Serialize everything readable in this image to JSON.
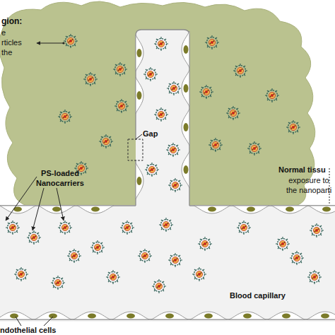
{
  "diagram": {
    "nodes": [
      {
        "text": [
          "gion:",
          "e rticles the"
        ]
      },
      {
        "text": [
          "Blood capillary"
        ]
      }
    ],
    "labels": [
      "Gap",
      "PS-loaded Nanocarriers",
      "Normal tissu",
      "exposure to the nanoparti",
      "ndothelial cells"
    ]
  }
}
